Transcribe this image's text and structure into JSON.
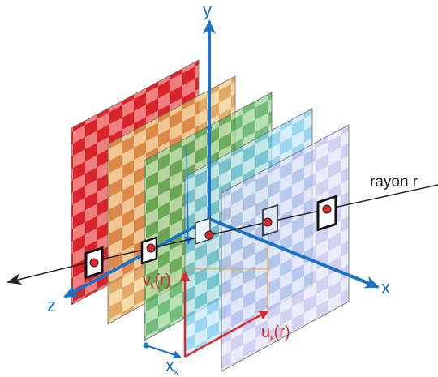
{
  "labels": {
    "y_axis": "y",
    "x_axis": "x",
    "z_axis": "z",
    "ray": "rayon r",
    "v_main": "v",
    "v_sub": "k",
    "v_arg": "(r)",
    "u_main": "u",
    "u_sub": "k",
    "u_arg": "(r)",
    "xk_main": "x",
    "xk_sub": "k"
  },
  "colors": {
    "axis": "#1a73c9",
    "ray": "#222222",
    "projection": "#d92b2b",
    "planes": [
      "#d9232a",
      "#e2a255",
      "#55b45a",
      "#6fc3ec",
      "#b9b9e6"
    ]
  },
  "icons": {
    "camera_marker": "square-camera-icon",
    "sample_point": "red-dot-icon"
  }
}
